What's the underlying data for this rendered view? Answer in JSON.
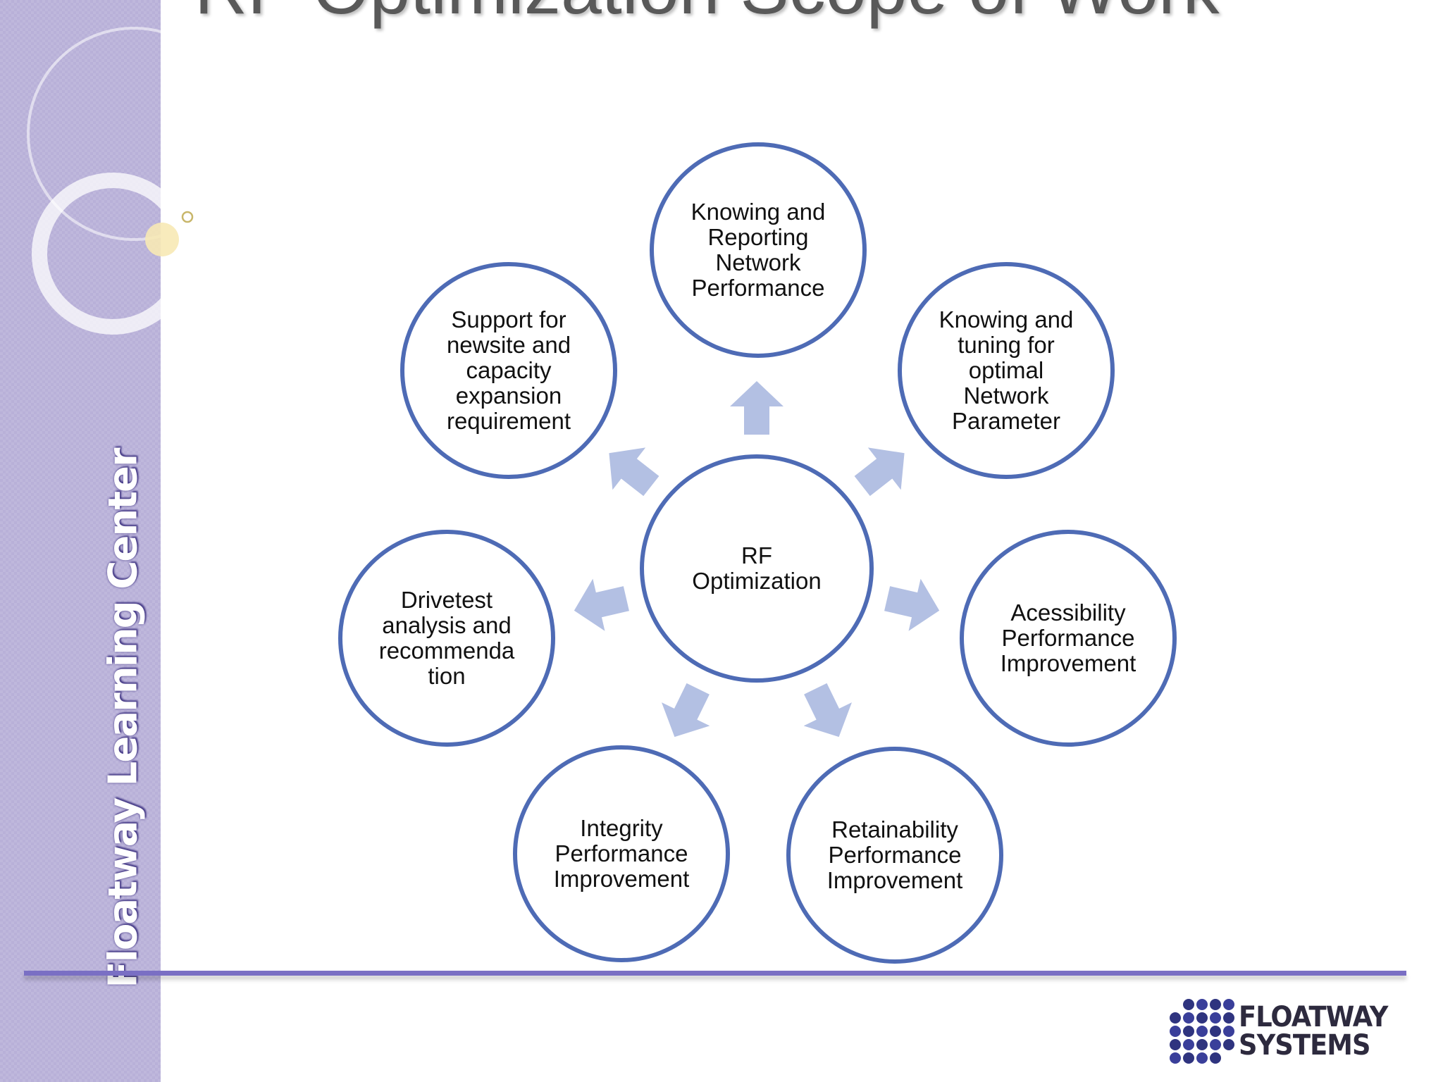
{
  "slide": {
    "title": "RF Optimization Scope of Work",
    "sidebar_label": "Floatway Learning Center"
  },
  "diagram": {
    "center": "RF\nOptimization",
    "nodes": [
      {
        "id": "top",
        "label": "Knowing and\nReporting\nNetwork\nPerformance"
      },
      {
        "id": "upper-right",
        "label": "Knowing and\ntuning for\noptimal\nNetwork\nParameter"
      },
      {
        "id": "right",
        "label": "Acessibility\nPerformance\nImprovement"
      },
      {
        "id": "lower-right",
        "label": "Retainability\nPerformance\nImprovement"
      },
      {
        "id": "lower-left",
        "label": "Integrity\nPerformance\nImprovement"
      },
      {
        "id": "left",
        "label": "Drivetest\nanalysis and\nrecommenda\ntion"
      },
      {
        "id": "upper-left",
        "label": "Support for\nnewsite  and\ncapacity\nexpansion\nrequirement"
      }
    ],
    "colors": {
      "circle_border": "#4e6bb5",
      "arrow_fill": "#b3c0e3"
    }
  },
  "logo": {
    "line1": "FLOATWAY",
    "line2": "SYSTEMS"
  }
}
